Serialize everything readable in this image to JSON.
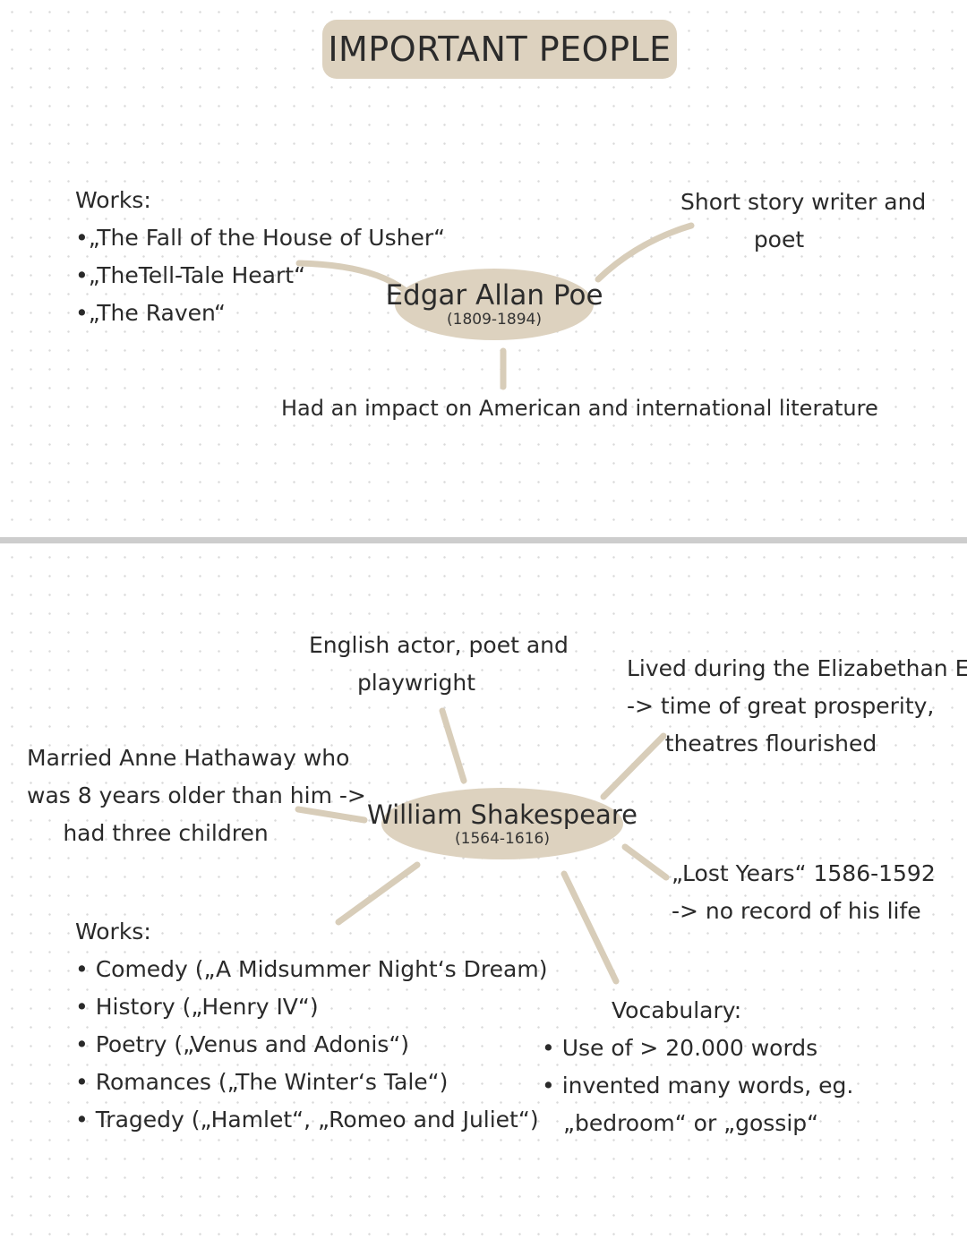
{
  "title": "IMPORTANT PEOPLE",
  "poe": {
    "name": "Edgar Allan Poe",
    "dates": "(1809-1894)",
    "works_heading": "Works:",
    "works": [
      "•„The Fall of the House of Usher“",
      "•„TheTell-Tale Heart“",
      "•„The Raven“"
    ],
    "role_line1": "Short story writer and",
    "role_line2": "poet",
    "impact": "Had an impact on American and international literature"
  },
  "shakespeare": {
    "name": "William Shakespeare",
    "dates": "(1564-1616)",
    "occupation_line1": "English actor, poet and",
    "occupation_line2": "playwright",
    "era_line1": "Lived during the Elizabethan Era",
    "era_line2": "-> time of great prosperity,",
    "era_line3": "theatres flourished",
    "marriage_line1": "Married Anne Hathaway who",
    "marriage_line2": "was 8 years older than him ->",
    "marriage_line3": "had three children",
    "lost_years_line1": "„Lost Years“ 1586-1592",
    "lost_years_line2": "-> no record of his life",
    "works_heading": "Works:",
    "works": [
      "• Comedy („A Midsummer Night‘s Dream)",
      "• History („Henry IV“)",
      "• Poetry („Venus and Adonis“)",
      "• Romances („The Winter‘s Tale“)",
      "• Tragedy („Hamlet“, „Romeo and Juliet“)"
    ],
    "vocab_heading": "Vocabulary:",
    "vocab": [
      "• Use of > 20.000 words",
      "• invented many words, eg.",
      "„bedroom“ or „gossip“"
    ]
  },
  "colors": {
    "accent_beige": "#ddd2bf",
    "connector": "#d8cdb9",
    "divider": "#cdcdcd",
    "text": "#2a2a2a"
  }
}
